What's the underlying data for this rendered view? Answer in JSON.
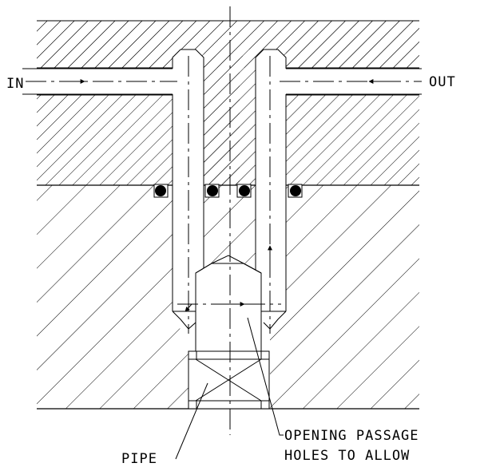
{
  "labels": {
    "inlet": "IN",
    "outlet": "OUT",
    "note_line1": "OPENING PASSAGE",
    "note_line2": "HOLES TO ALLOW",
    "pipe": "PIPE"
  },
  "colors": {
    "ink": "#000000",
    "background": "#ffffff"
  }
}
